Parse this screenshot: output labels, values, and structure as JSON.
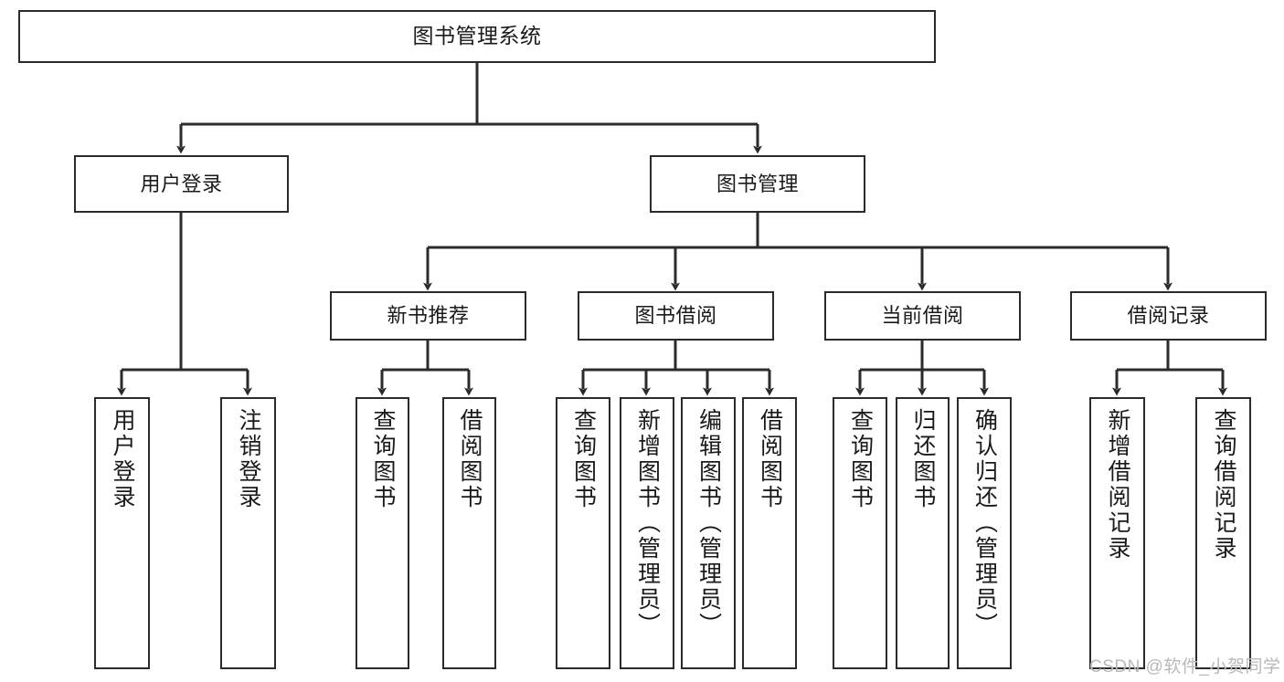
{
  "diagram": {
    "type": "hierarchy-tree",
    "title": "图书管理系统",
    "root": {
      "label": "图书管理系统"
    },
    "level2": [
      {
        "label": "用户登录"
      },
      {
        "label": "图书管理"
      }
    ],
    "level3": [
      {
        "label": "新书推荐"
      },
      {
        "label": "图书借阅"
      },
      {
        "label": "当前借阅"
      },
      {
        "label": "借阅记录"
      }
    ],
    "leaves": {
      "user_login": [
        {
          "label": "用户登录"
        },
        {
          "label": "注销登录"
        }
      ],
      "new_book_recommend": [
        {
          "label": "查询图书"
        },
        {
          "label": "借阅图书"
        }
      ],
      "book_borrow": [
        {
          "label": "查询图书"
        },
        {
          "label": "新增图书（管理员）"
        },
        {
          "label": "编辑图书（管理员）"
        },
        {
          "label": "借阅图书"
        }
      ],
      "current_borrow": [
        {
          "label": "查询图书"
        },
        {
          "label": "归还图书"
        },
        {
          "label": "确认归还（管理员）"
        }
      ],
      "borrow_record": [
        {
          "label": "新增借阅记录"
        },
        {
          "label": "查询借阅记录"
        }
      ]
    }
  },
  "watermark": {
    "text": "CSDN @软件_小贺同学"
  },
  "colors": {
    "border": "#2b2b2b",
    "text": "#1a1a1a",
    "background": "#ffffff",
    "connector": "#2b2b2b",
    "watermark": "#b9b9b9"
  }
}
